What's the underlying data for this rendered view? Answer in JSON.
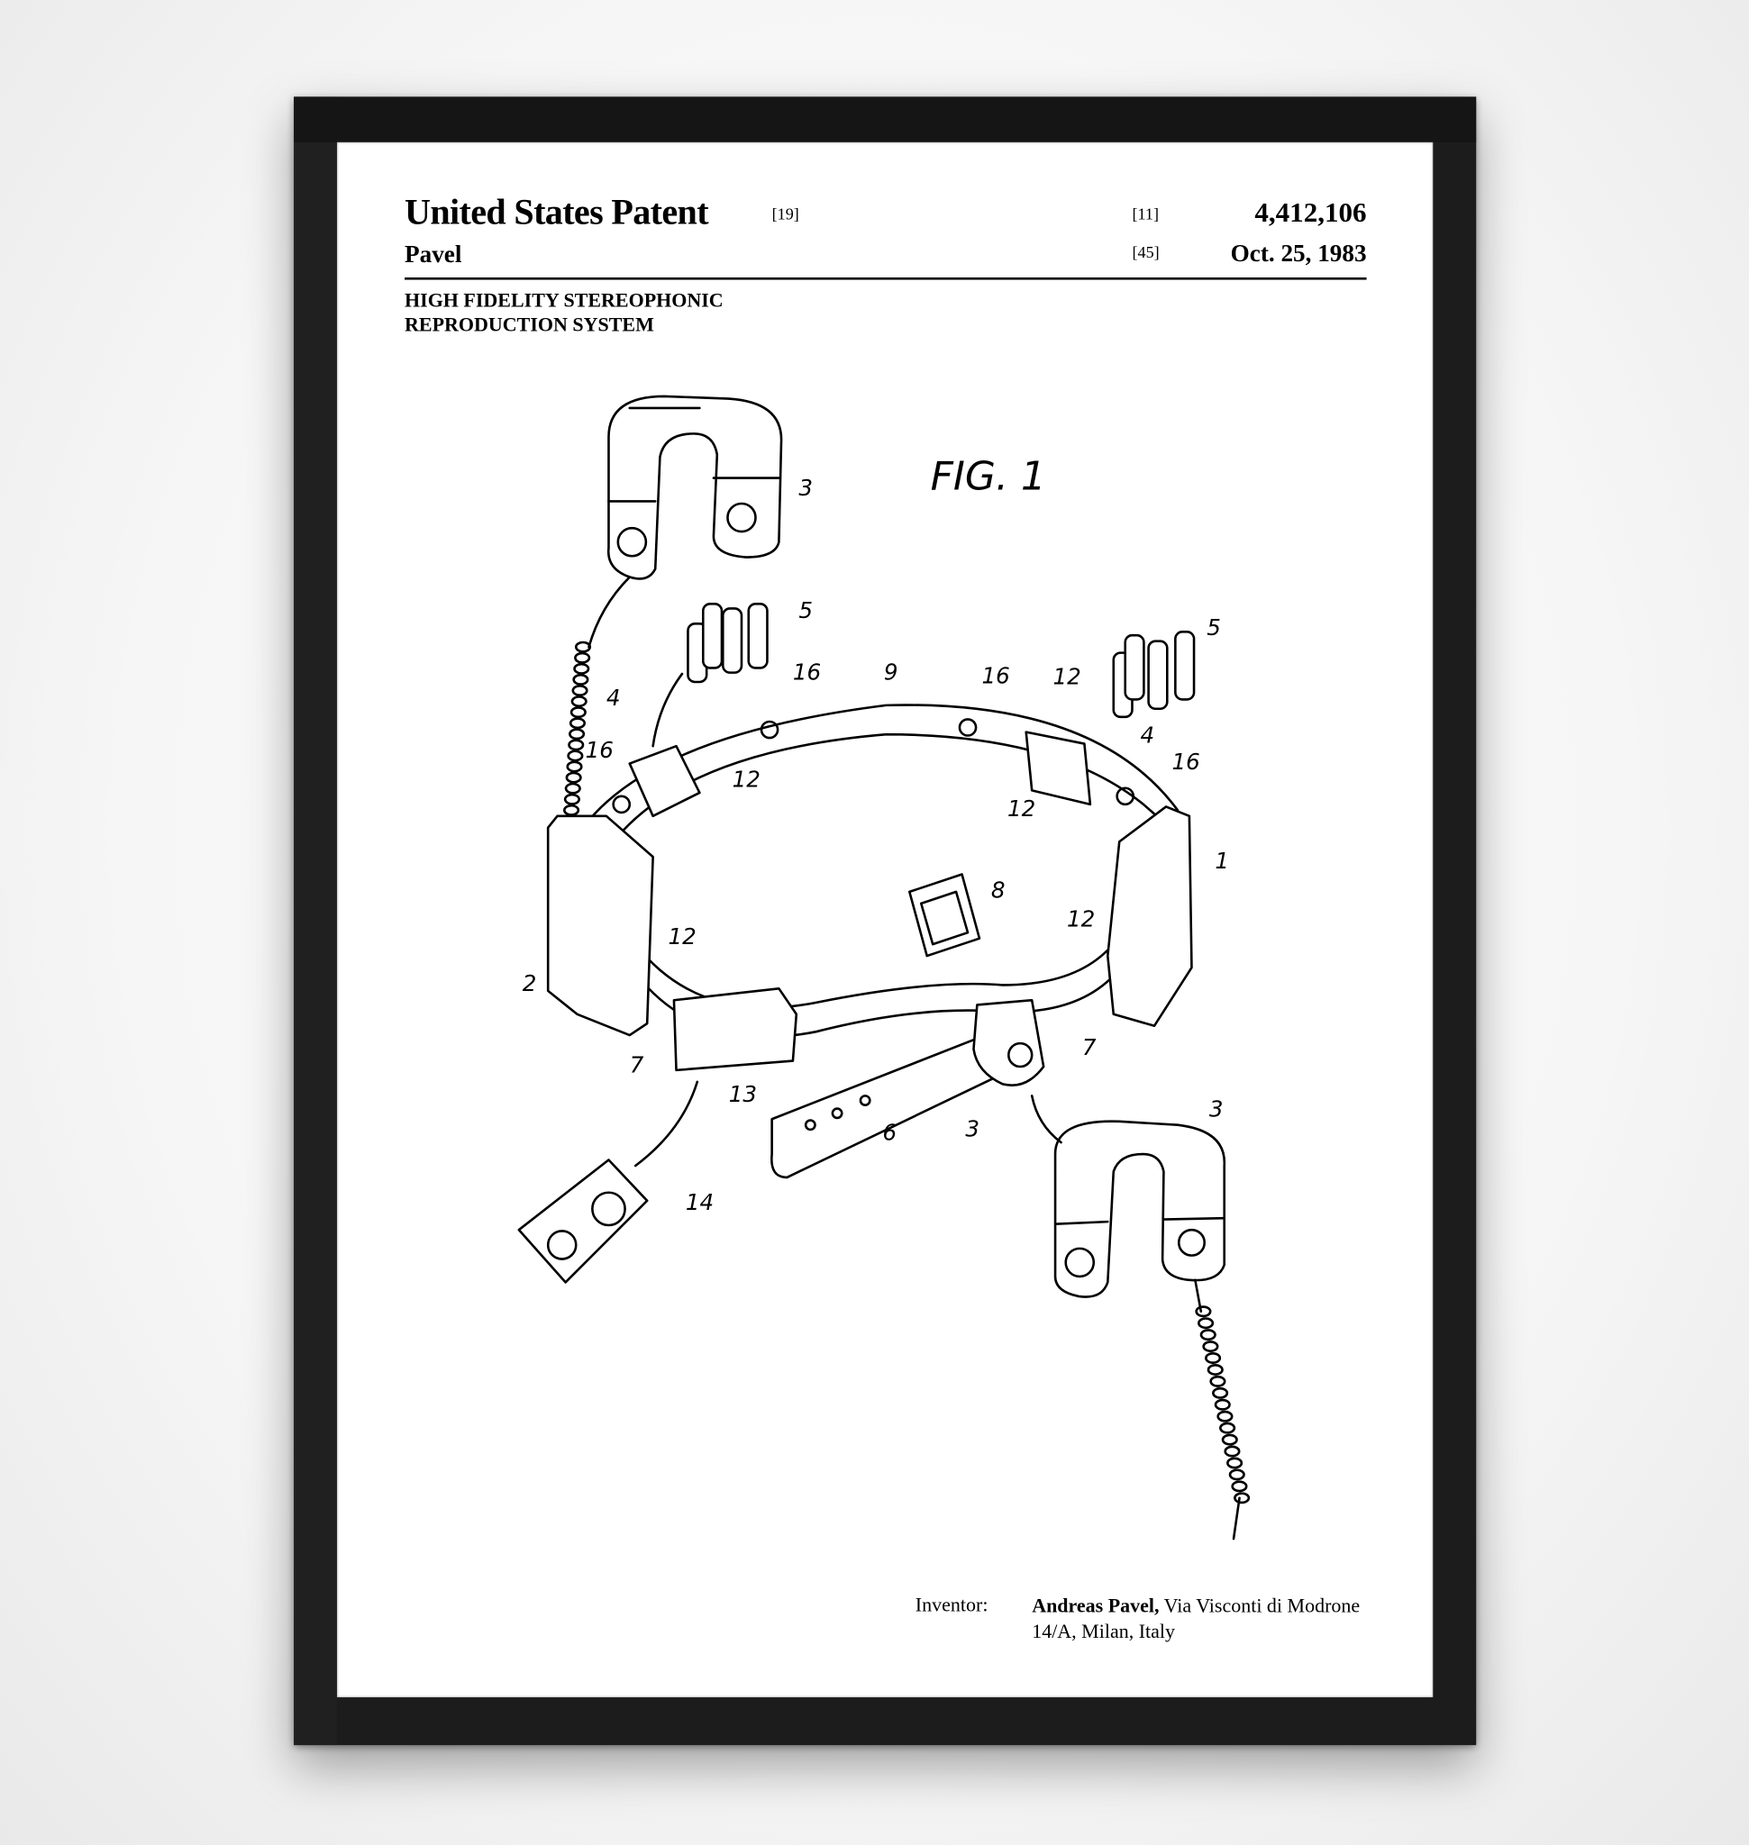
{
  "patent": {
    "title": "United States Patent",
    "code_19": "[19]",
    "code_11": "[11]",
    "code_45": "[45]",
    "number": "4,412,106",
    "inventor_surname": "Pavel",
    "date": "Oct. 25, 1983",
    "subtitle": "HIGH FIDELITY STEREOPHONIC REPRODUCTION SYSTEM",
    "inventor_label": "Inventor:",
    "inventor_name": "Andreas Pavel,",
    "inventor_address": " Via Visconti di Modrone 14/A, Milan, Italy"
  },
  "figure": {
    "title": "FIG. 1",
    "callouts": [
      "3",
      "5",
      "5",
      "16",
      "9",
      "16",
      "12",
      "4",
      "4",
      "16",
      "16",
      "12",
      "12",
      "1",
      "8",
      "12",
      "12",
      "2",
      "7",
      "7",
      "13",
      "3",
      "6",
      "3",
      "14"
    ]
  }
}
